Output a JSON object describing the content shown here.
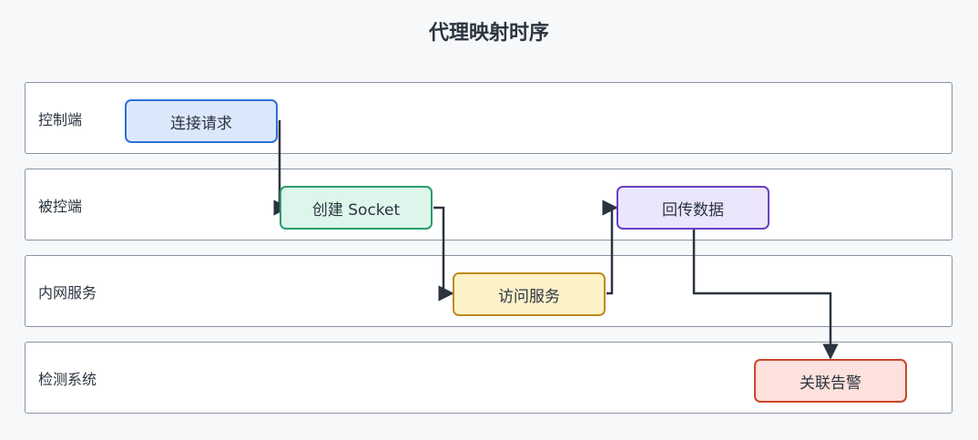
{
  "diagram": {
    "title": "代理映射时序",
    "lanes": [
      {
        "label": "控制端"
      },
      {
        "label": "被控端"
      },
      {
        "label": "内网服务"
      },
      {
        "label": "检测系统"
      }
    ],
    "nodes": [
      {
        "label": "连接请求",
        "fill": "#dbe8fb",
        "stroke": "#2f6fd6"
      },
      {
        "label": "创建 Socket",
        "fill": "#ddf5ea",
        "stroke": "#2a9d6b"
      },
      {
        "label": "访问服务",
        "fill": "#fdf1c7",
        "stroke": "#c08a1e"
      },
      {
        "label": "回传数据",
        "fill": "#ebe6fc",
        "stroke": "#6a3fc4"
      },
      {
        "label": "关联告警",
        "fill": "#fde1dc",
        "stroke": "#c9462a"
      }
    ],
    "edges": [
      {
        "from": "连接请求",
        "to": "创建 Socket"
      },
      {
        "from": "创建 Socket",
        "to": "访问服务"
      },
      {
        "from": "访问服务",
        "to": "回传数据"
      },
      {
        "from": "回传数据",
        "to": "关联告警"
      }
    ],
    "edge_color": "#2b3440"
  }
}
